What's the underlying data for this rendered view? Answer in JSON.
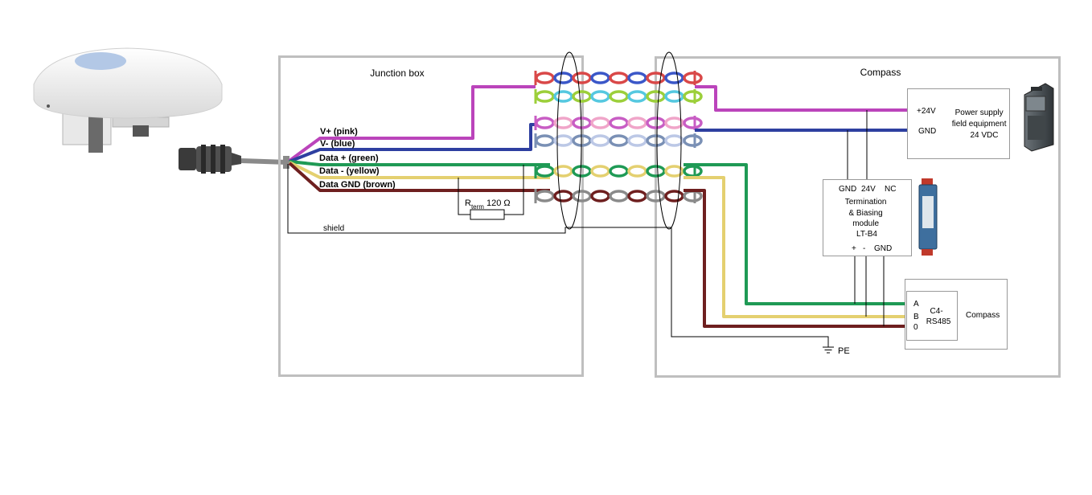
{
  "junction_box": {
    "title": "Junction box",
    "wires": {
      "v_plus": "V+ (pink)",
      "v_minus": "V- (blue)",
      "data_plus": "Data + (green)",
      "data_minus": "Data - (yellow)",
      "data_gnd": "Data GND (brown)"
    },
    "resistor": {
      "r": "R",
      "sub": "term",
      "value": "120 Ω"
    },
    "shield_label": "shield"
  },
  "compass_panel": {
    "title": "Compass",
    "power_supply": {
      "pin_24v": "+24V",
      "pin_gnd": "GND",
      "title_lines": [
        "Power supply",
        "field equipment",
        "24 VDC"
      ]
    },
    "termination_module": {
      "top_pins": [
        "GND",
        "24V",
        "NC"
      ],
      "title_lines": [
        "Termination",
        "& Biasing",
        "module",
        "LT-B4"
      ],
      "bottom_pins": [
        "+",
        "-",
        "GND"
      ]
    },
    "compass_device": {
      "pins": [
        "A",
        "B",
        "0"
      ],
      "module_lines": [
        "C4-",
        "RS485"
      ],
      "label": "Compass"
    },
    "pe_label": "PE"
  },
  "colors": {
    "pink": "#bb44bb",
    "blue": "#2e3fa0",
    "green": "#1f9a55",
    "yellow": "#e4d070",
    "brown": "#6e1f1f",
    "panel_border": "#bfbfbf"
  },
  "icons": [
    "compass-sensor-icon",
    "m12-connector-icon",
    "din-power-supply-icon",
    "din-module-icon",
    "ground-icon",
    "resistor-icon"
  ]
}
